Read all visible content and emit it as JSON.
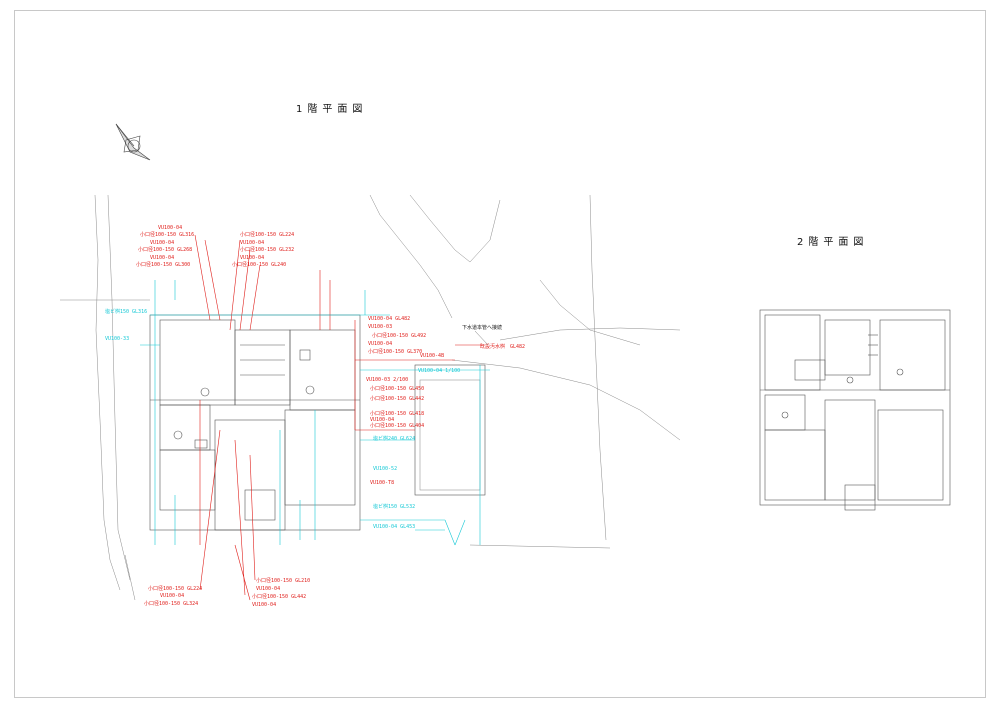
{
  "titles": {
    "floor1": "1階平面図",
    "floor2": "2階平面図"
  },
  "annotations": {
    "sewer_connection": "下水道本管へ接続",
    "existing_meter": "既設汚水桝",
    "existing_meter_gl": "GL482"
  },
  "red_labels_top_left": [
    "VU100-04",
    "小口径100-150 GL316",
    "VU100-04",
    "小口径100-150 GL268",
    "VU100-04",
    "小口径100-150 GL300"
  ],
  "red_labels_top_mid": [
    "小口径100-150 GL224",
    "VU100-04",
    "小口径100-150 GL232",
    "VU100-04",
    "小口径100-150 GL240"
  ],
  "red_labels_right": [
    "VU100-04  GL482",
    "VU100-03",
    "小口径100-150 GL492",
    "VU100-04",
    "小口径100-150 GL370",
    "VU100-4B",
    "VU100-03 2/100",
    "小口径100-150 GL450",
    "小口径100-150 GL442",
    "小口径100-150 GL418",
    "VU100-04",
    "小口径100-150 GL404"
  ],
  "red_labels_bottom_left": [
    "小口径100-150 GL224",
    "VU100-04",
    "小口径100-150 GL324"
  ],
  "red_labels_bottom_mid": [
    "小口径100-150 GL210",
    "VU100-04",
    "小口径100-150 GL442",
    "VU100-04"
  ],
  "cyan_labels": [
    "塩ビ桝150 GL316",
    "VU100-33",
    "VU100-04 1/100",
    "塩ビ桝240 GL624",
    "VU100-52",
    "塩ビ桝150 GL532",
    "VU100-T8",
    "VU100-04 GL453"
  ],
  "colors": {
    "drain_red": "#e0201c",
    "drain_cyan": "#16c9d6",
    "plan_line": "#555555",
    "frame": "#c8c8c8"
  }
}
